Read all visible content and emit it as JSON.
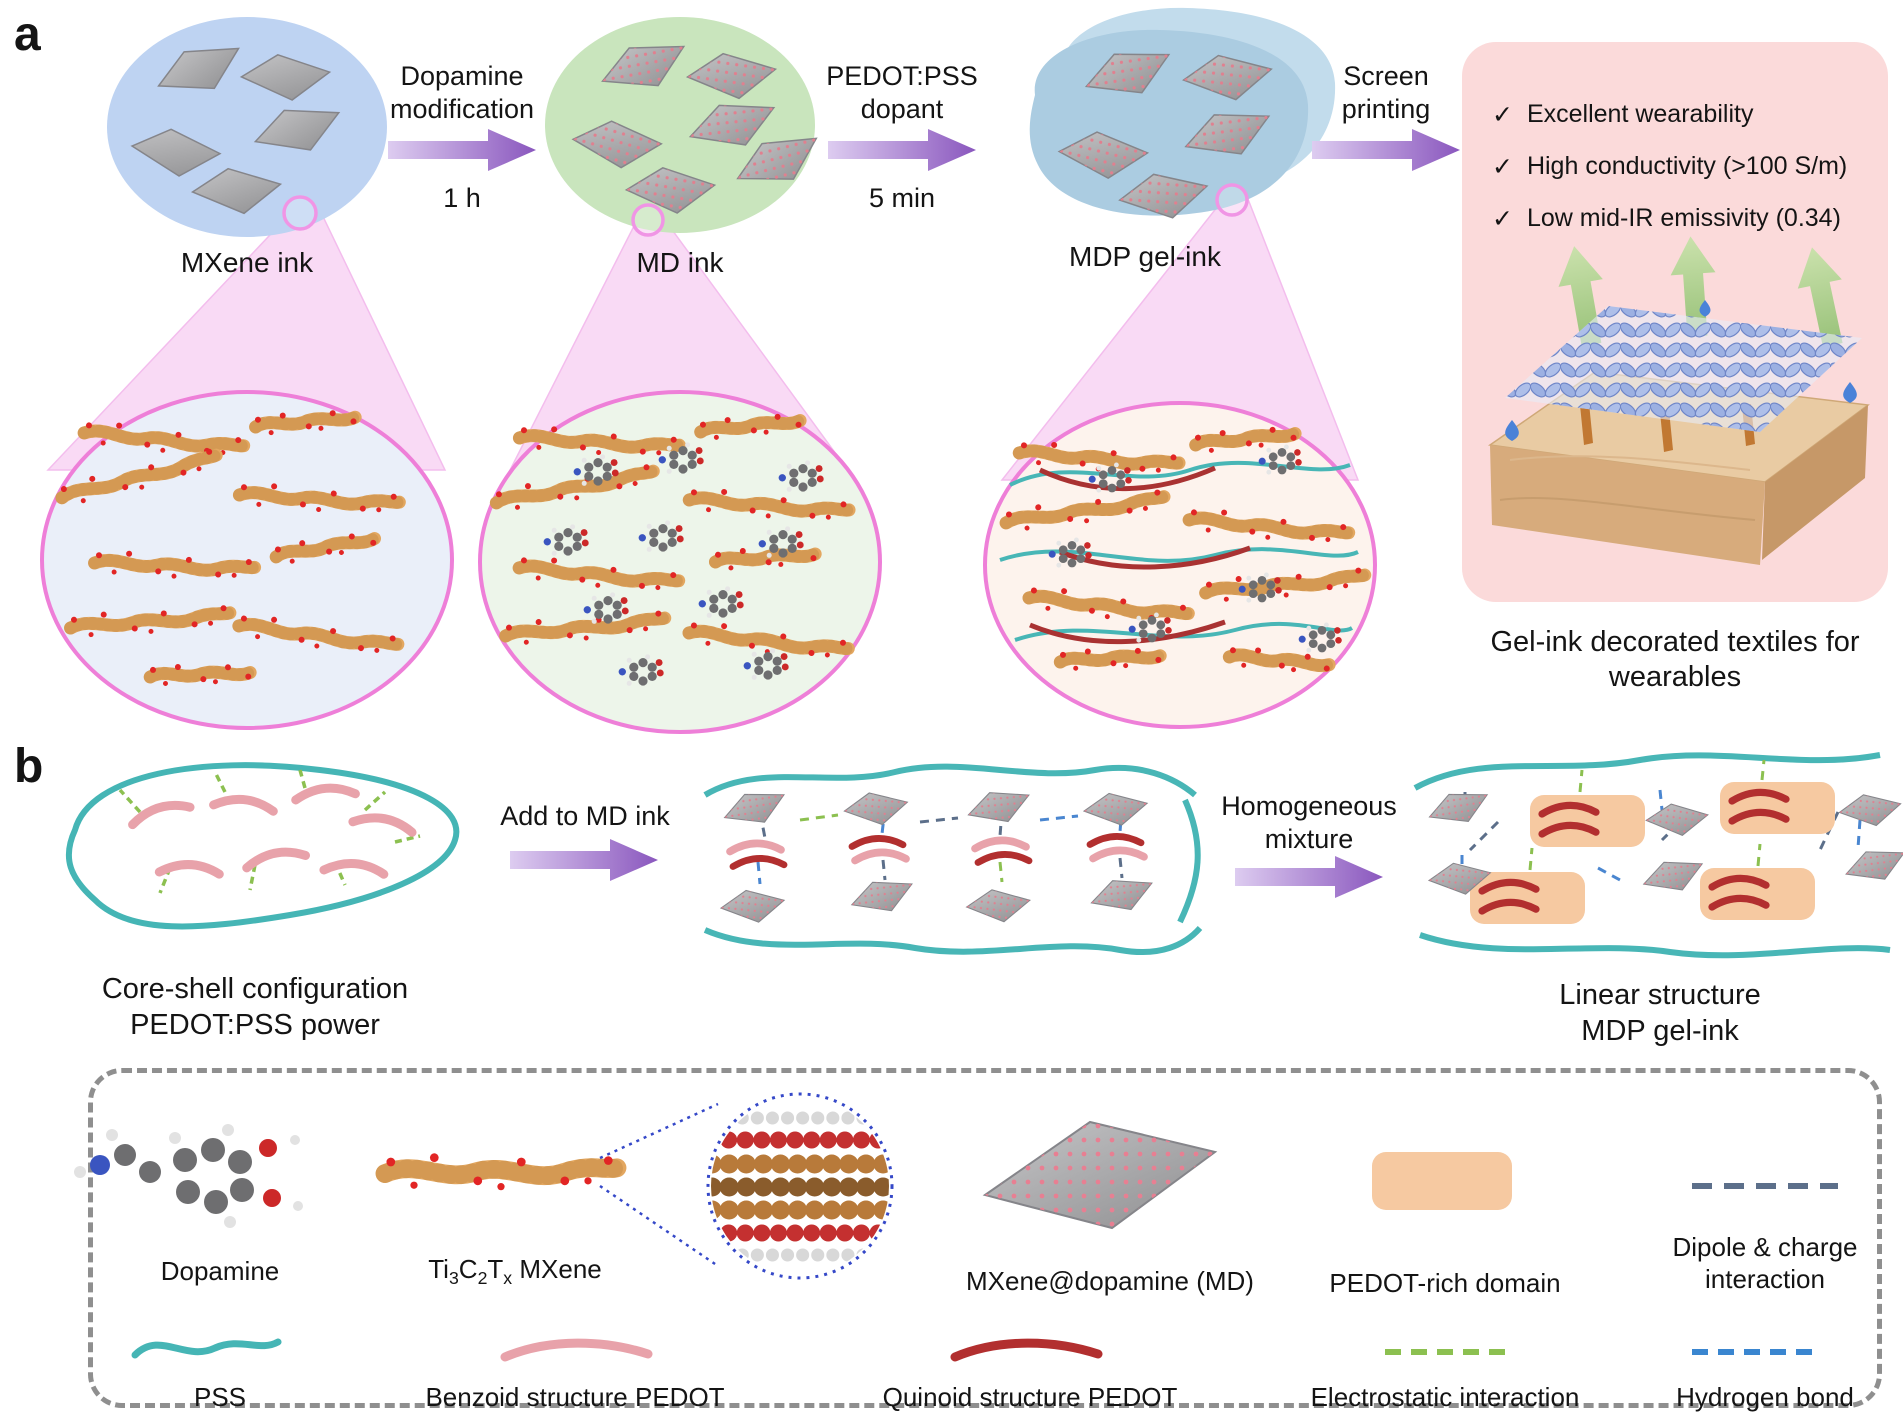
{
  "panel_a": {
    "label": "a",
    "stage1_label": "MXene ink",
    "stage2_label": "MD ink",
    "stage3_label": "MDP gel-ink",
    "arrow1_top": "Dopamine modification",
    "arrow1_bottom": "1 h",
    "arrow2_top": "PEDOT:PSS dopant",
    "arrow2_bottom": "5 min",
    "arrow3_top": "Screen printing",
    "check": "✓",
    "benefits": [
      "Excellent wearability",
      "High conductivity (>100 S/m)",
      "Low mid-IR emissivity (0.34)"
    ],
    "caption": "Gel-ink decorated textiles for wearables"
  },
  "panel_b": {
    "label": "b",
    "left_caption1": "Core-shell configuration",
    "left_caption2": "PEDOT:PSS power",
    "arrow1_label": "Add to MD ink",
    "arrow2_label": "Homogeneous mixture",
    "right_caption1": "Linear structure",
    "right_caption2": "MDP gel-ink"
  },
  "legend": {
    "dopamine": "Dopamine",
    "mxene_pre": "Ti",
    "mxene_sub1": "3",
    "mxene_mid1": "C",
    "mxene_sub2": "2",
    "mxene_mid2": "T",
    "mxene_sub3": "x",
    "mxene_post": " MXene",
    "md": "MXene@dopamine (MD)",
    "pedot_domain": "PEDOT-rich domain",
    "dipole": "Dipole & charge interaction",
    "pss": "PSS",
    "benzoid": "Benzoid structure PEDOT",
    "quinoid": "Quinoid structure PEDOT",
    "electrostatic": "Electrostatic interaction",
    "hydrogen": "Hydrogen bond"
  },
  "colors": {
    "mxene_chain": "#e3a760",
    "pss_teal": "#45b5b5",
    "benzoid_pink": "#e8a2aa",
    "quinoid_red": "#b22f2f",
    "pedot_domain_orange": "#f6c9a1",
    "electrostatic_green": "#8cc050",
    "hydrogen_blue": "#3a86d0",
    "dipole_slate": "#5c6f8a",
    "arrow_purple": "#8a57be",
    "zoom_circle_pink": "#ee7fd8"
  }
}
